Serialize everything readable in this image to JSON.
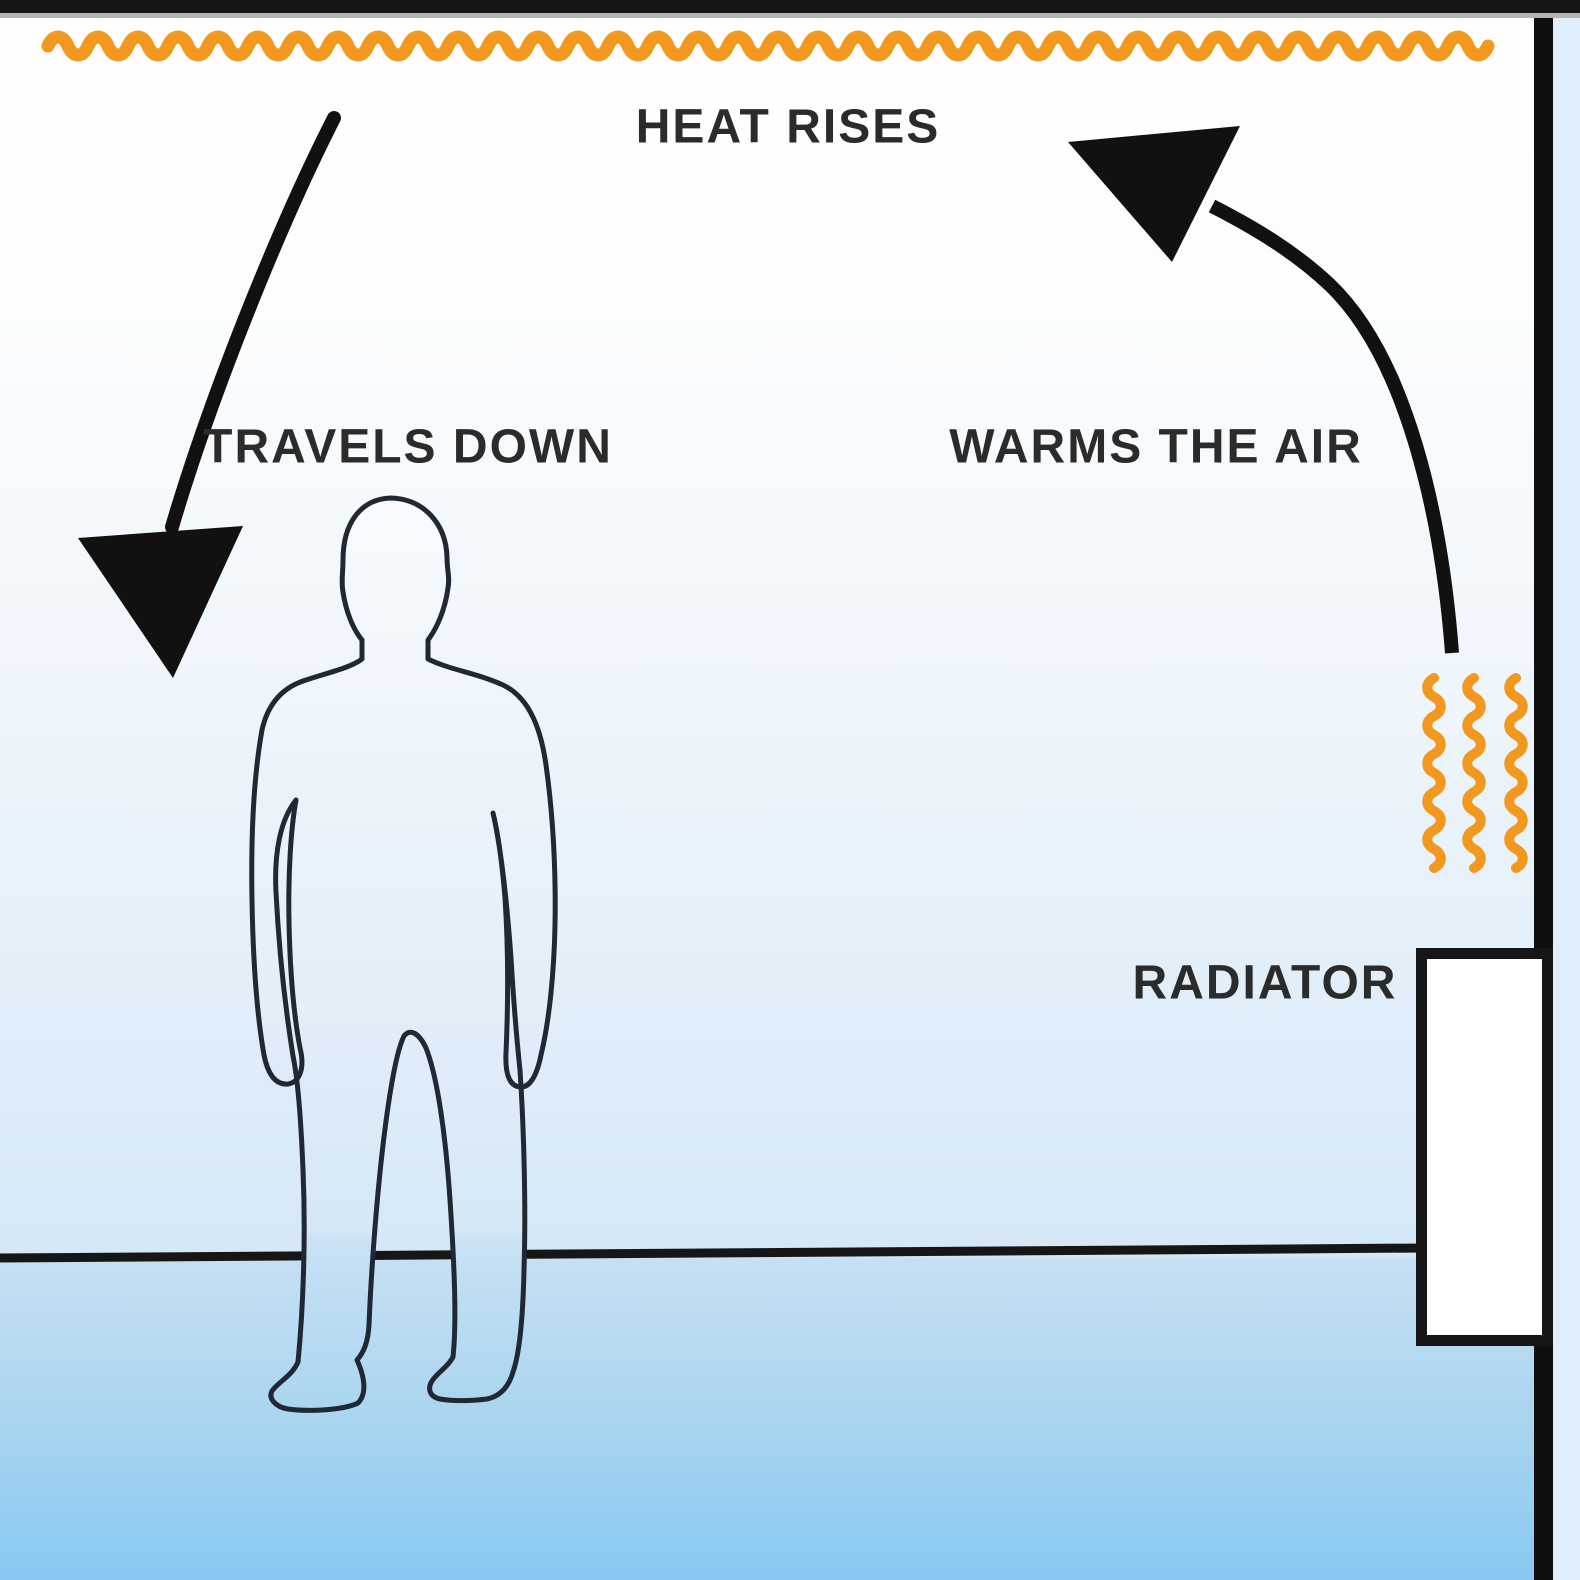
{
  "diagram": {
    "title_context": "radiator convection heating diagram",
    "labels": {
      "heat_rises": "HEAT RISES",
      "travels_down": "TRAVELS DOWN",
      "warms_the_air": "WARMS THE AIR",
      "radiator": "RADIATOR"
    },
    "colors": {
      "heat_wave_orange": "#F2981E",
      "arrow_black": "#111111",
      "label_text": "#2B2B2B",
      "wall_black": "#0F0F0F",
      "ceiling_bar_black": "#141414",
      "ceiling_bar_gray": "#B3B3B3",
      "floor_line": "#161616",
      "room_gradient_top": "#FFFFFF",
      "room_gradient_bottom": "#88C8F2",
      "outside_wall_strip": "#E0EEFB",
      "radiator_fill": "#FFFFFF",
      "person_outline": "#202833"
    },
    "icons": {
      "ceiling_heat_wave": "ceiling-heat-wave-icon",
      "down_arrow": "down-arrow-icon",
      "up_arrow": "up-arrow-icon",
      "radiator_heat": "radiator-heat-waves-icon",
      "person": "person-figure"
    }
  }
}
